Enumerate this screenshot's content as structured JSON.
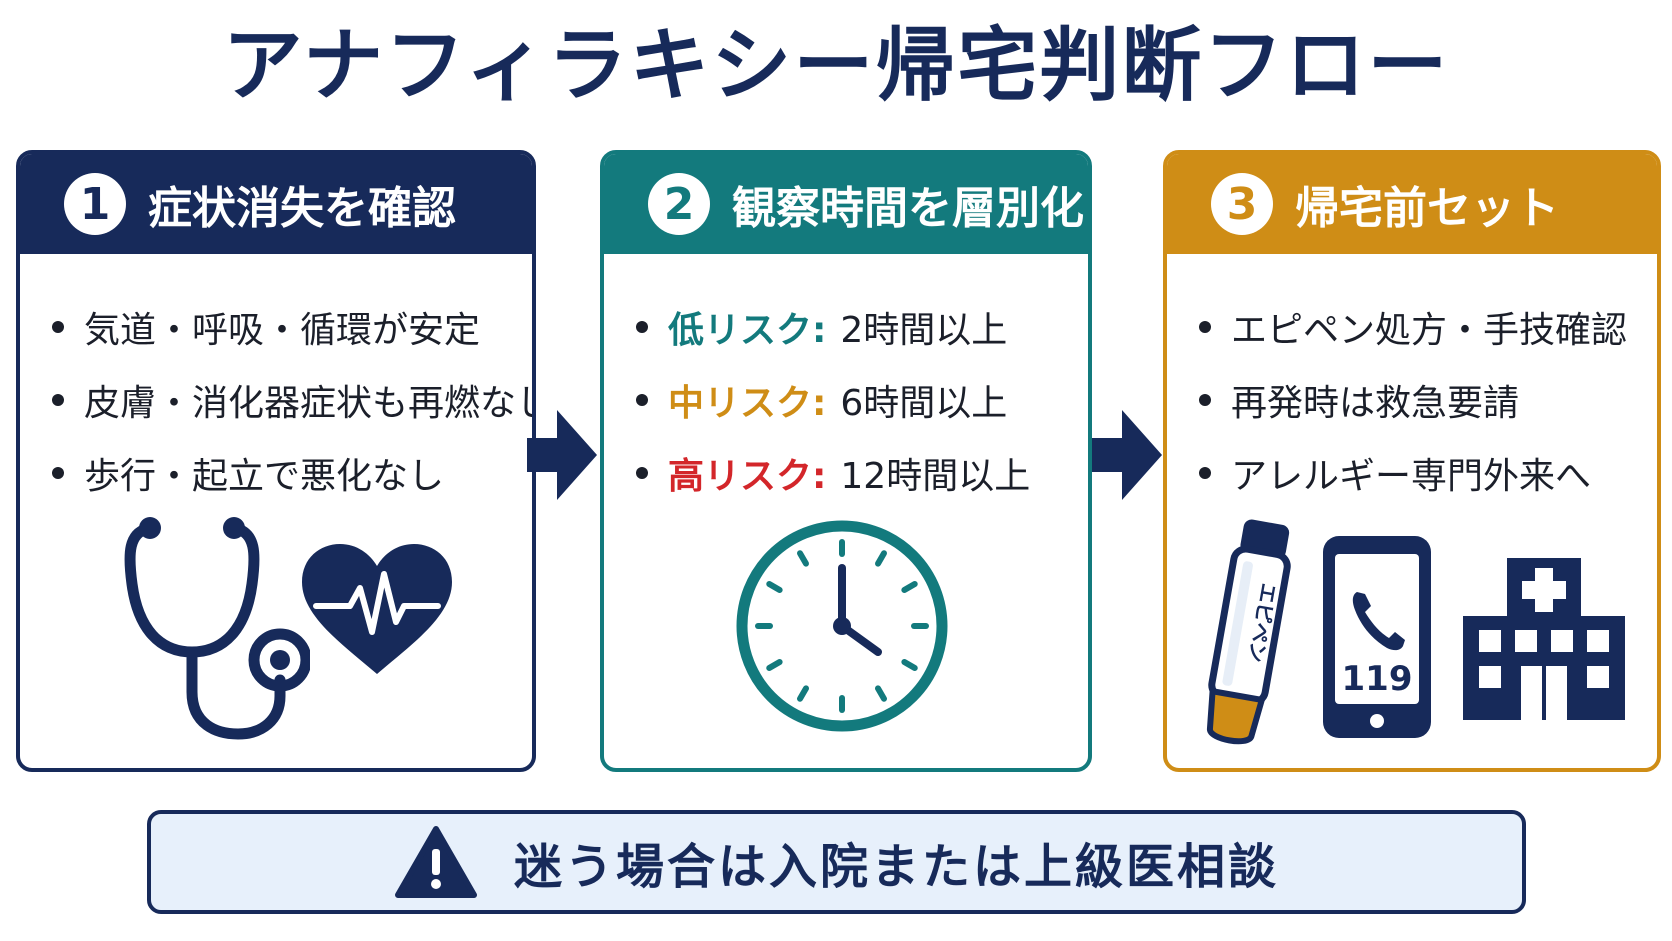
{
  "title": "アナフィラキシー帰宅判断フロー",
  "colors": {
    "navy": "#172a5a",
    "teal": "#137a7d",
    "gold": "#cf8d16",
    "red": "#d3262a"
  },
  "panels": [
    {
      "number": "1",
      "title": "症状消失を確認",
      "items": [
        "気道・呼吸・循環が安定",
        "皮膚・消化器症状も再燃なし",
        "歩行・起立で悪化なし"
      ],
      "icons": [
        "stethoscope-icon",
        "heartbeat-icon"
      ]
    },
    {
      "number": "2",
      "title": "観察時間を層別化",
      "risks": [
        {
          "label": "低リスク:",
          "value": "2時間以上",
          "color": "#137a7d"
        },
        {
          "label": "中リスク:",
          "value": "6時間以上",
          "color": "#cf8d16"
        },
        {
          "label": "高リスク:",
          "value": "12時間以上",
          "color": "#d3262a"
        }
      ],
      "icons": [
        "clock-icon"
      ]
    },
    {
      "number": "3",
      "title": "帰宅前セット",
      "items": [
        "エピペン処方・手技確認",
        "再発時は救急要請",
        "アレルギー専門外来へ"
      ],
      "icons": [
        "epipen-icon",
        "phone-icon",
        "hospital-icon"
      ],
      "epipen_label": "エピペン",
      "phone_number": "119"
    }
  ],
  "banner": {
    "text": "迷う場合は入院または上級医相談",
    "icon": "warning-icon"
  }
}
